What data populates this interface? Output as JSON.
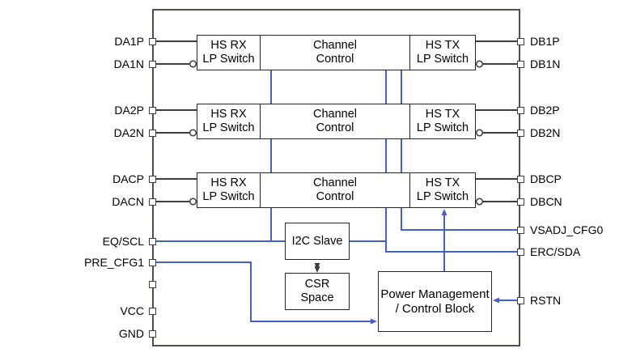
{
  "colors": {
    "background": "#ffffff",
    "chip_border": "#4f4f46",
    "block_border": "#262626",
    "dark_line": "#3d3d3d",
    "blue_line": "#4560c0",
    "text": "#000000"
  },
  "pins": {
    "left": [
      "DA1P",
      "DA1N",
      "DA2P",
      "DA2N",
      "DACP",
      "DACN",
      "EQ/SCL",
      "PRE_CFG1",
      "",
      "VCC",
      "GND"
    ],
    "right": [
      "DB1P",
      "DB1N",
      "DB2P",
      "DB2N",
      "DBCP",
      "DBCN",
      "VSADJ_CFG0",
      "ERC/SDA",
      "RSTN"
    ]
  },
  "blocks": {
    "hs_rx": {
      "line1": "HS RX",
      "line2": "LP Switch"
    },
    "channel_control": {
      "line1": "Channel",
      "line2": "Control"
    },
    "hs_tx": {
      "line1": "HS TX",
      "line2": "LP Switch"
    },
    "i2c_slave": {
      "label": "I2C Slave"
    },
    "csr_space": {
      "line1": "CSR",
      "line2": "Space"
    },
    "power_mgmt": {
      "line1": "Power Management",
      "line2": "/ Control Block"
    }
  }
}
